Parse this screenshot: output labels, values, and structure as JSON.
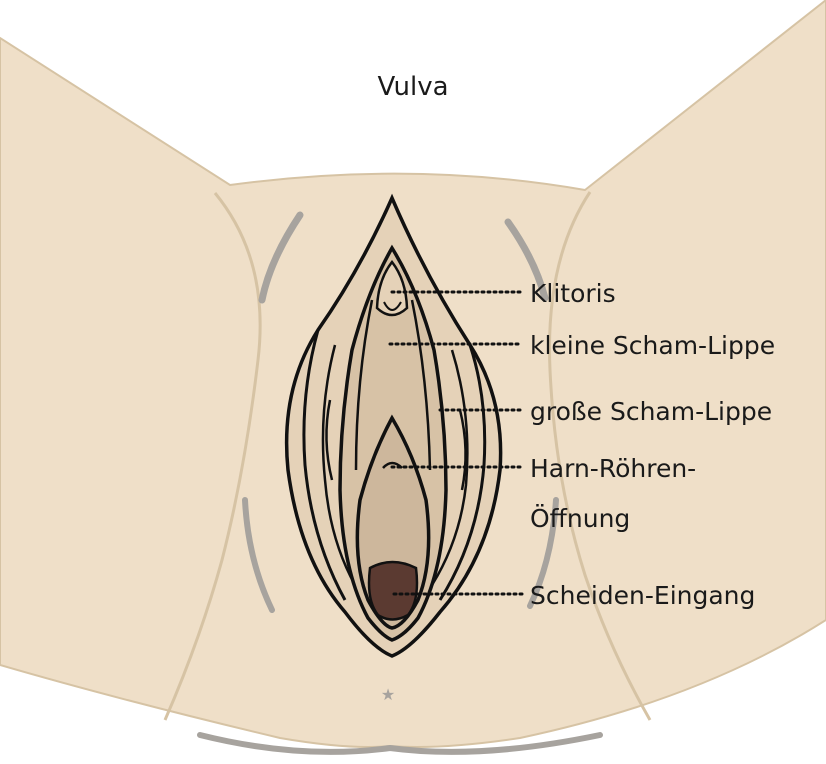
{
  "title": "Vulva",
  "labels": {
    "clitoris": "Klitoris",
    "inner_labia": "kleine Scham-Lippe",
    "outer_labia": "große Scham-Lippe",
    "urethra_line1": "Harn-Röhren-",
    "urethra_line2": "Öffnung",
    "vaginal_opening": "Scheiden-Eingang"
  },
  "colors": {
    "skin": "#efdfc8",
    "skin_outline": "#d6c3a4",
    "shadow": "#a7a39e",
    "outer_labia": "#e5d2b8",
    "inner_labia": "#d7c2a6",
    "vestibule": "#cdb79c",
    "vaginal_opening": "#5b3a31",
    "outline": "#111111"
  }
}
